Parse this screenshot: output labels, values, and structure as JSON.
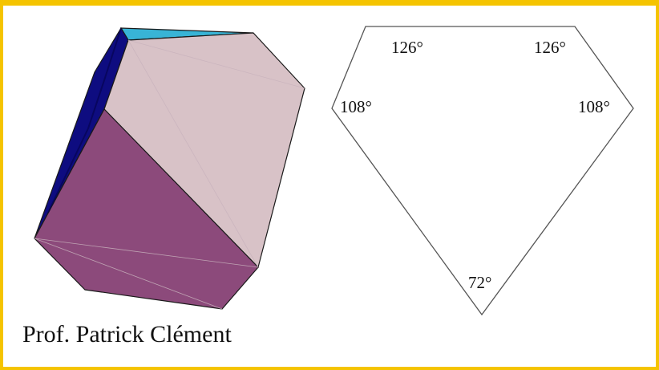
{
  "figure": {
    "polyhedron": {
      "colors": {
        "top_face": "#38b4d6",
        "left_face": "#0e0c80",
        "front_face": "#d8c2c7",
        "bottom_face": "#8c4a7b",
        "edge": "#1a1a1a"
      }
    },
    "face_net": {
      "angles": {
        "top_left": "126°",
        "top_right": "126°",
        "left": "108°",
        "right": "108°",
        "bottom": "72°"
      }
    }
  },
  "credit": "Prof. Patrick Clément",
  "frame_color": "#f5c400"
}
